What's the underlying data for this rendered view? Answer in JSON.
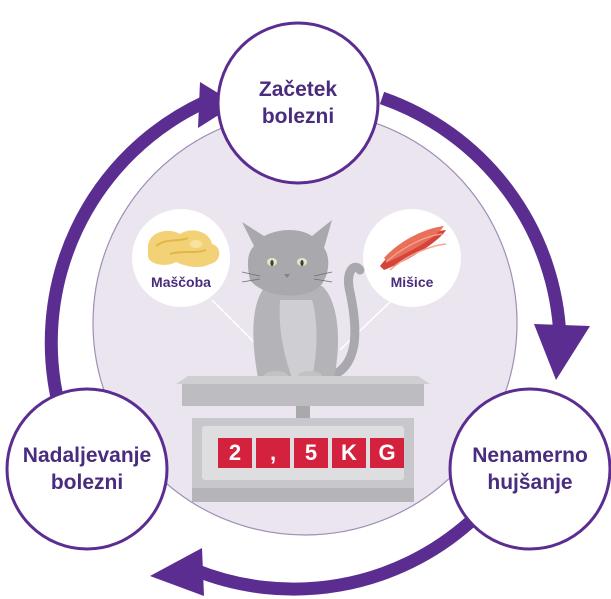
{
  "cycle": {
    "stages": [
      {
        "label": "Začetek\nbolezni"
      },
      {
        "label": "Nenamerno\nhujšanje"
      },
      {
        "label": "Nadaljevanje\nbolezni"
      }
    ]
  },
  "scale": {
    "display_chars": [
      "2",
      ",",
      "5",
      "K",
      "G"
    ]
  },
  "bubbles": {
    "fat": {
      "label": "Maščoba"
    },
    "muscle": {
      "label": "Mišice"
    }
  },
  "colors": {
    "purple": "#4a2c7e",
    "arrow": "#5b2d91",
    "inner_fill": "#ebe5f0",
    "display_red": "#d4213d",
    "scale_gray": "#c8c8c8"
  },
  "icons": [
    "fat-icon",
    "muscle-icon",
    "cat-illustration",
    "scale-illustration"
  ]
}
